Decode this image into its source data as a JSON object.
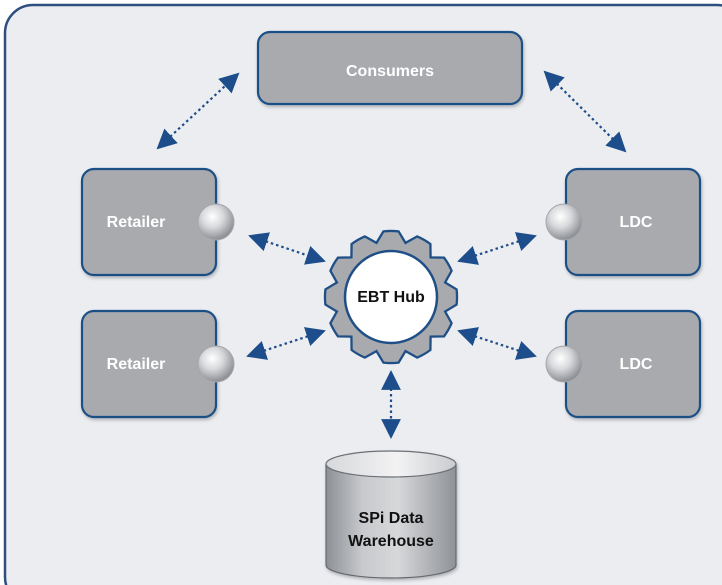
{
  "diagram": {
    "nodes": {
      "consumers": "Consumers",
      "retailer_top": "Retailer",
      "retailer_bottom": "Retailer",
      "ldc_top": "LDC",
      "ldc_bottom": "LDC",
      "hub": "EBT Hub",
      "warehouse_line1": "SPi Data",
      "warehouse_line2": "Warehouse"
    }
  },
  "colors": {
    "frame_border": "#2e4f7f",
    "frame_fill": "#ebedf1",
    "box_fill": "#a8aaae",
    "box_border": "#1f4f86",
    "box_text": "#ffffff",
    "hub_fill": "#ffffff",
    "hub_text": "#111111",
    "arrow": "#1d4d8a",
    "db_text": "#111111"
  }
}
